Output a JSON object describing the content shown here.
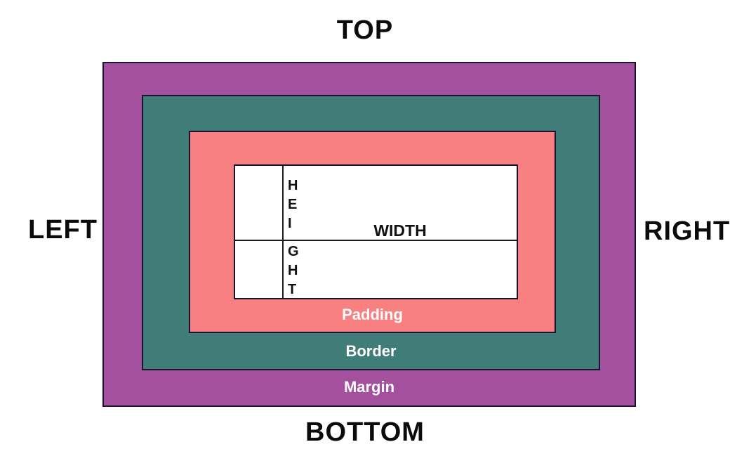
{
  "diagram": {
    "direction_labels": {
      "top": "TOP",
      "bottom": "BOTTOM",
      "left": "LEFT",
      "right": "RIGHT"
    },
    "layers": {
      "margin": {
        "label": "Margin",
        "color": "#a3509f"
      },
      "border": {
        "label": "Border",
        "color": "#417d78"
      },
      "padding": {
        "label": "Padding",
        "color": "#f98080"
      },
      "content": {
        "width_label": "WIDTH",
        "height_letters": [
          "H",
          "E",
          "I",
          "G",
          "H",
          "T"
        ],
        "line_color": "#1c1c1c"
      }
    },
    "colors": {
      "outline": "#1b1430",
      "background": "#ffffff",
      "band_label_text": "#ffffff",
      "direction_label_text": "#0b0b0b"
    }
  }
}
